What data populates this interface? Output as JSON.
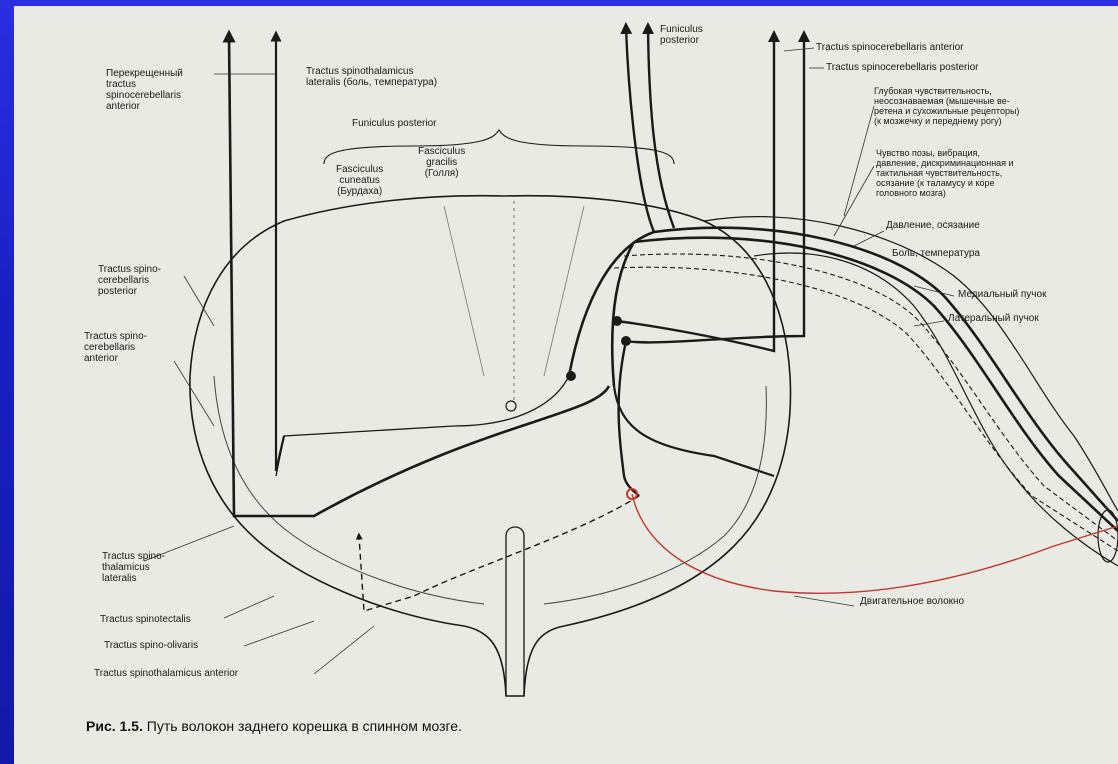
{
  "labels": {
    "crossed_tract": "Перекрещенный\ntractus\nspinocerebellaris\nanterior",
    "spinothalamic_lateral_top": "Tractus spinothalamicus\nlateralis (боль, температура)",
    "funiculus_posterior_left": "Funiculus posterior",
    "fasciculus_cuneatus": "Fasciculus\ncuneatus\n(Бурдаха)",
    "fasciculus_gracilis": "Fasciculus\ngracilis\n(Голля)",
    "funiculus_posterior_right": "Funiculus\nposterior",
    "spinocerebellar_anterior_right": "Tractus spinocerebellaris anterior",
    "spinocerebellar_posterior_right": "Tractus spinocerebellaris posterior",
    "deep_sensitivity": "Глубокая чувствительность,\nнеосознаваемая (мышечные ве-\nретена и сухожильные рецепторы)\n(к мозжечку и переднему рогу)",
    "position_sense": "Чувство позы, вибрация,\nдавление, дискриминационная и\nтактильная чувствительность,\nосязание (к таламусу и коре\nголовного мозга)",
    "pressure_touch": "Давление, осязание",
    "pain_temperature": "Боль, температура",
    "medial_bundle": "Медиальный пучок",
    "lateral_bundle": "Латеральный пучок",
    "spinocerebellar_posterior_left": "Tractus spino-\ncerebellaris\nposterior",
    "spinocerebellar_anterior_left": "Tractus spino-\ncerebellaris\nanterior",
    "spinothalamic_lateralis_bottom": "Tractus spino-\nthalamicus\nlateralis",
    "spinotectalis": "Tractus spinotectalis",
    "spino_olivaris": "Tractus spino-olivaris",
    "spinothalamic_anterior": "Tractus spinothalamicus anterior",
    "motor_fiber": "Двигательное волокно"
  },
  "caption": {
    "number": "Рис. 1.5.",
    "text": " Путь волокон заднего корешка в спинном мозге."
  },
  "colors": {
    "slide_bg": "#1a1fc4",
    "paper": "#e9eae4",
    "ink": "#1a1a1a",
    "motor_fiber": "#c0392b"
  }
}
